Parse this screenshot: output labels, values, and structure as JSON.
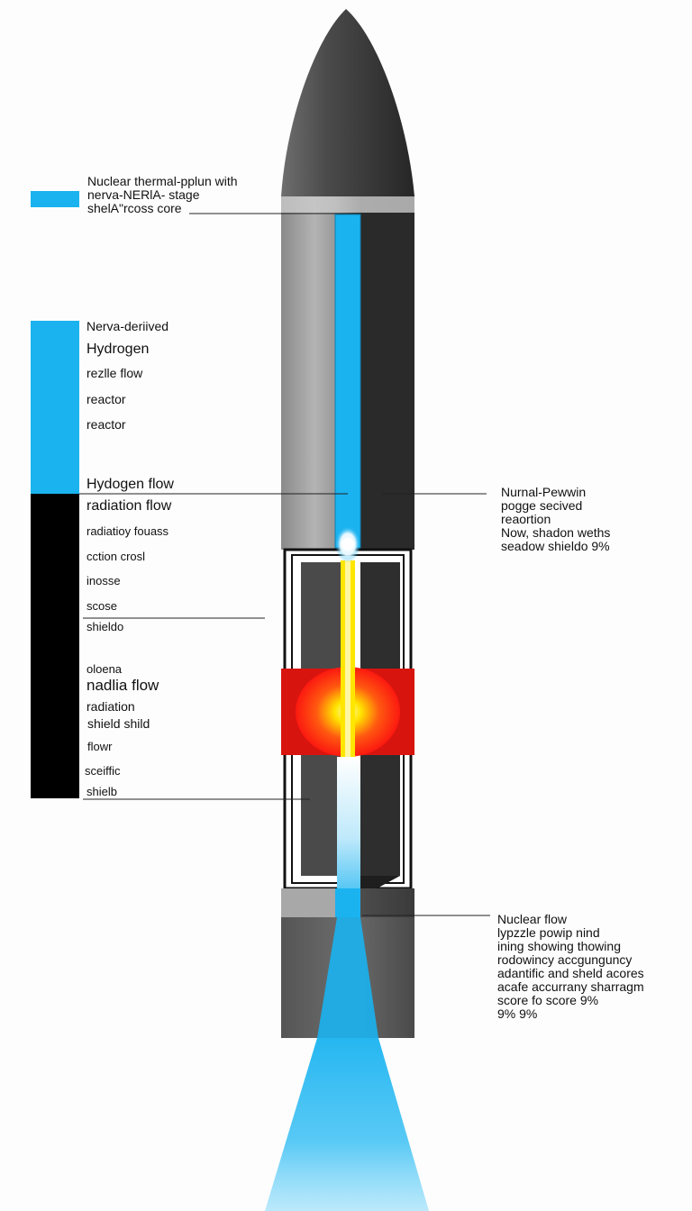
{
  "colors": {
    "blue": "#1ab3f0",
    "black": "#000000",
    "body_dark": "#2e2e2e",
    "body_light": "#9a9a9a",
    "nose": "#3a3a3a",
    "hot_core": "#ff2a1a",
    "hot_glow": "#ffe400"
  },
  "legend": {
    "top": [
      "Nuclear thermal-pplun with",
      "nerva-NERlA- stage",
      "shelA\"rcoss core"
    ],
    "blue_items": [
      "Nerva-deriived",
      "Hydrogen",
      "rezlle flow",
      "reactor",
      "reactor",
      "Hydogen flow"
    ],
    "black_items": [
      "radiation flow",
      "radiatioy fouass",
      "cction crosl",
      "inosse",
      "scose",
      "shieldo",
      "oloena",
      "nadlia flow",
      "radiation",
      "shield shild",
      "flowr",
      "sceiffic",
      "shielb"
    ]
  },
  "callouts": {
    "right_middle": [
      "Nurnal-Pewwin",
      "pogge secived",
      "reaortion",
      "Now, shadon weths",
      "seadow shieldo 9%"
    ],
    "right_bottom": [
      "Nuclear flow",
      "lypzzle powip nind",
      "ining showing thowing",
      "rodowincy accgunguncy",
      "adantific and sheld acores",
      "acafe accurrany sharragm",
      "score fo score 9%",
      "9%  9%"
    ]
  }
}
